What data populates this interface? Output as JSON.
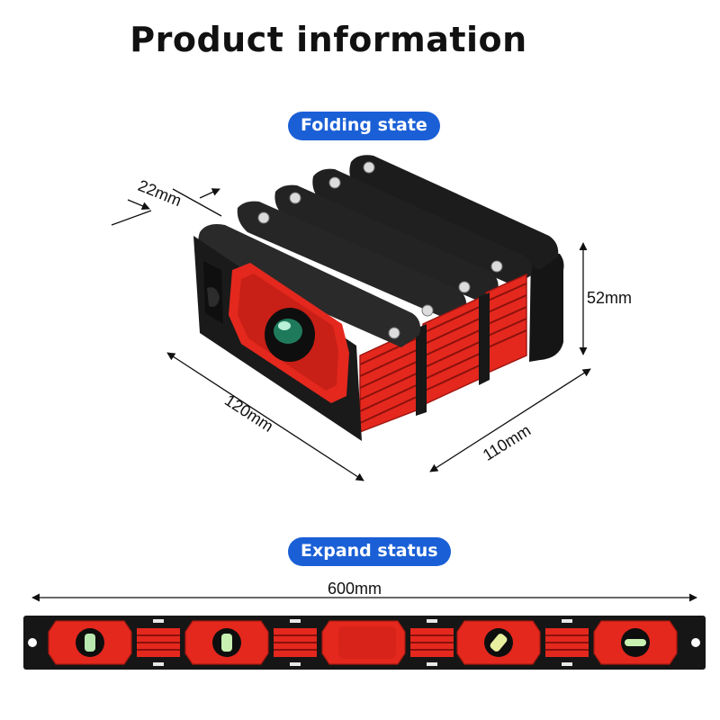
{
  "page": {
    "title": "Product information"
  },
  "sections": {
    "folding": {
      "label": "Folding state"
    },
    "expand": {
      "label": "Expand status"
    }
  },
  "dimensions": {
    "thickness": "22mm",
    "length": "120mm",
    "width": "110mm",
    "height": "52mm",
    "expanded_length": "600mm"
  },
  "colors": {
    "accent": "#1a5fd6",
    "body": "#1b1b1b",
    "red": "#e4281e"
  }
}
